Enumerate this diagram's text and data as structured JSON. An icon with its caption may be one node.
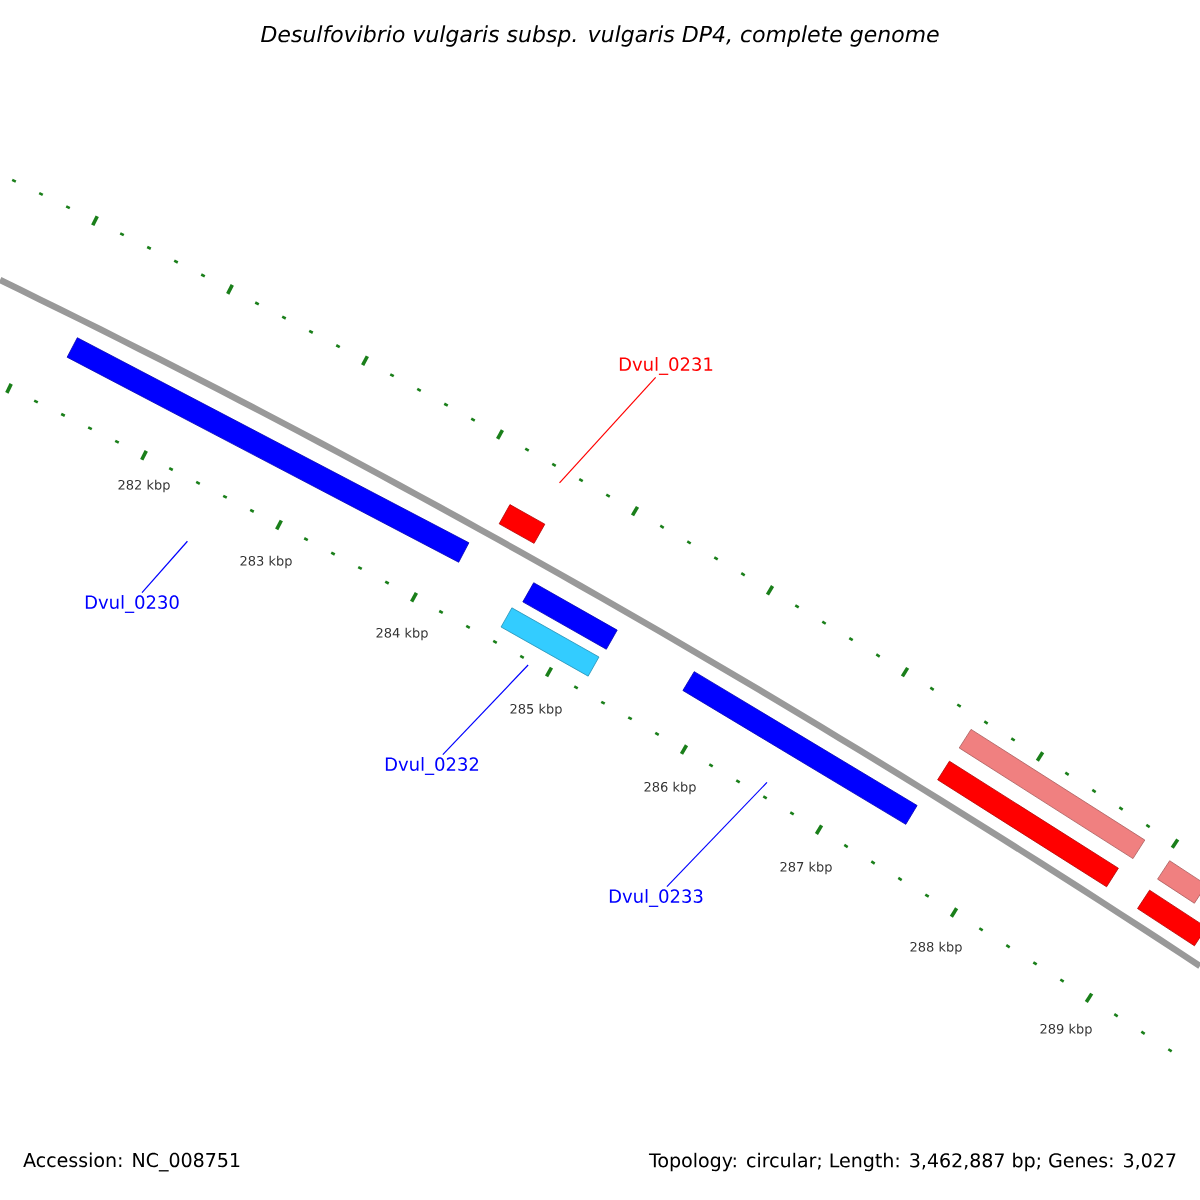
{
  "diagram": {
    "title": "Desulfovibrio vulgaris subsp. vulgaris DP4, complete genome",
    "nodes": [
      {
        "text": [
          "Dvul_0231"
        ]
      },
      {
        "text": [
          "Dvul_0230"
        ]
      },
      {
        "text": [
          "Dvul_0232"
        ]
      },
      {
        "text": [
          "Dvul_0233"
        ]
      },
      {
        "text": [],
        "shape": "bar"
      },
      {
        "text": [],
        "shape": "bar"
      },
      {
        "text": [],
        "shape": "bar"
      },
      {
        "text": [],
        "shape": "bar"
      },
      {
        "text": [],
        "shape": "bar"
      },
      {
        "text": [],
        "shape": "bar"
      },
      {
        "text": [],
        "shape": "bar"
      },
      {
        "text": [],
        "shape": "bar"
      },
      {
        "text": [],
        "shape": "bar"
      }
    ],
    "edges": [
      {
        "from": 0,
        "to": 4,
        "arrow": "none",
        "color": "#ff0000"
      },
      {
        "from": 1,
        "to": 5,
        "arrow": "none"
      },
      {
        "from": 2,
        "to": 6,
        "arrow": "none"
      },
      {
        "from": 3,
        "to": 7,
        "arrow": "none"
      }
    ],
    "labels": [
      "282 kbp",
      "283 kbp",
      "284 kbp",
      "285 kbp",
      "286 kbp",
      "287 kbp",
      "288 kbp",
      "289 kbp",
      "Accession: NC_008751",
      "Topology: circular; Length: 3,462,887 bp; Genes: 3,027"
    ]
  }
}
